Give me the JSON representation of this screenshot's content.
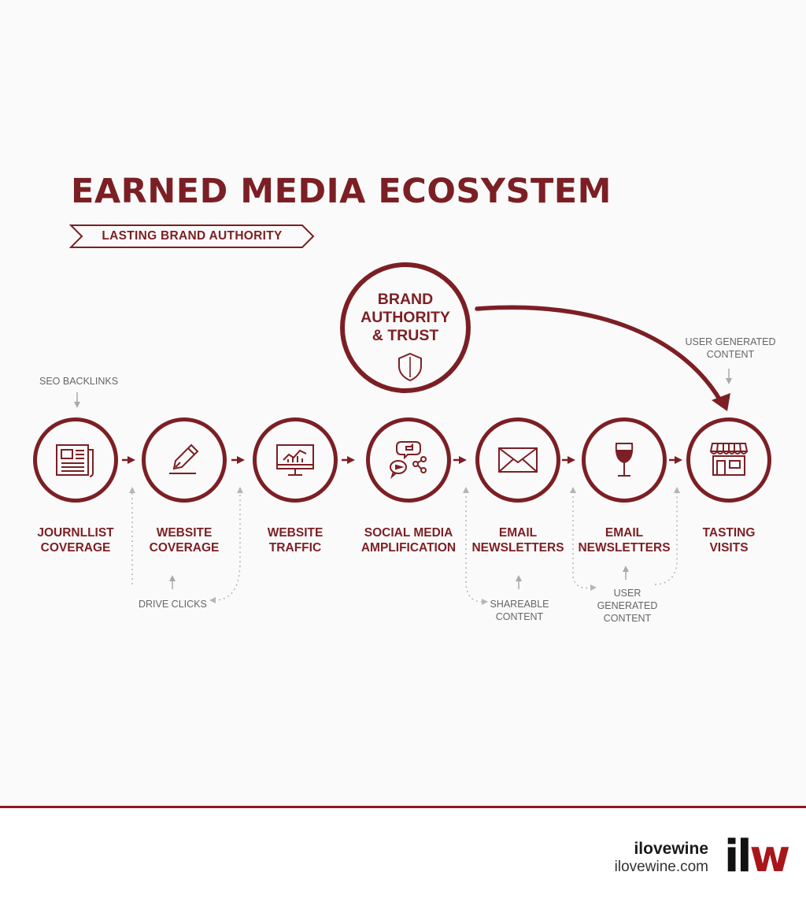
{
  "title": "EARNED MEDIA ECOSYSTEM",
  "subtitle": "LASTING BRAND AUTHORITY",
  "hub": {
    "line1": "BRAND",
    "line2": "AUTHORITY",
    "line3": "& TRUST",
    "icon": "shield-icon"
  },
  "nodes": [
    {
      "line1": "JOURNLLIST",
      "line2": "COVERAGE",
      "icon": "newspaper-icon"
    },
    {
      "line1": "WEBSITE",
      "line2": "COVERAGE",
      "icon": "pen-nib-icon"
    },
    {
      "line1": "WEBSITE",
      "line2": "TRAFFIC",
      "icon": "monitor-chart-icon"
    },
    {
      "line1": "SOCIAL MEDIA",
      "line2": "AMPLIFICATION",
      "icon": "social-share-icon"
    },
    {
      "line1": "EMAIL",
      "line2": "NEWSLETTERS",
      "icon": "envelope-icon"
    },
    {
      "line1": "EMAIL",
      "line2": "NEWSLETTERS",
      "icon": "wine-glass-icon"
    },
    {
      "line1": "TASTING",
      "line2": "VISITS",
      "icon": "storefront-icon"
    }
  ],
  "notes": {
    "seo_backlinks": "SEO BACKLINKS",
    "ugc_top_line1": "USER GENERATED",
    "ugc_top_line2": "CONTENT",
    "drive_clicks": "DRIVE CLICKS",
    "shareable_line1": "SHAREABLE",
    "shareable_line2": "CONTENT",
    "ugc_bottom_line1": "USER",
    "ugc_bottom_line2": "GENERATED",
    "ugc_bottom_line3": "CONTENT"
  },
  "footer": {
    "brand_name": "ilovewine",
    "brand_url": "ilovewine.com",
    "logo_text_main": "il",
    "logo_text_accent": "w"
  },
  "colors": {
    "accent": "#7c1f24",
    "footer_rule": "#8b1a1f",
    "logo_red": "#a8161b",
    "background": "#fafafa"
  }
}
